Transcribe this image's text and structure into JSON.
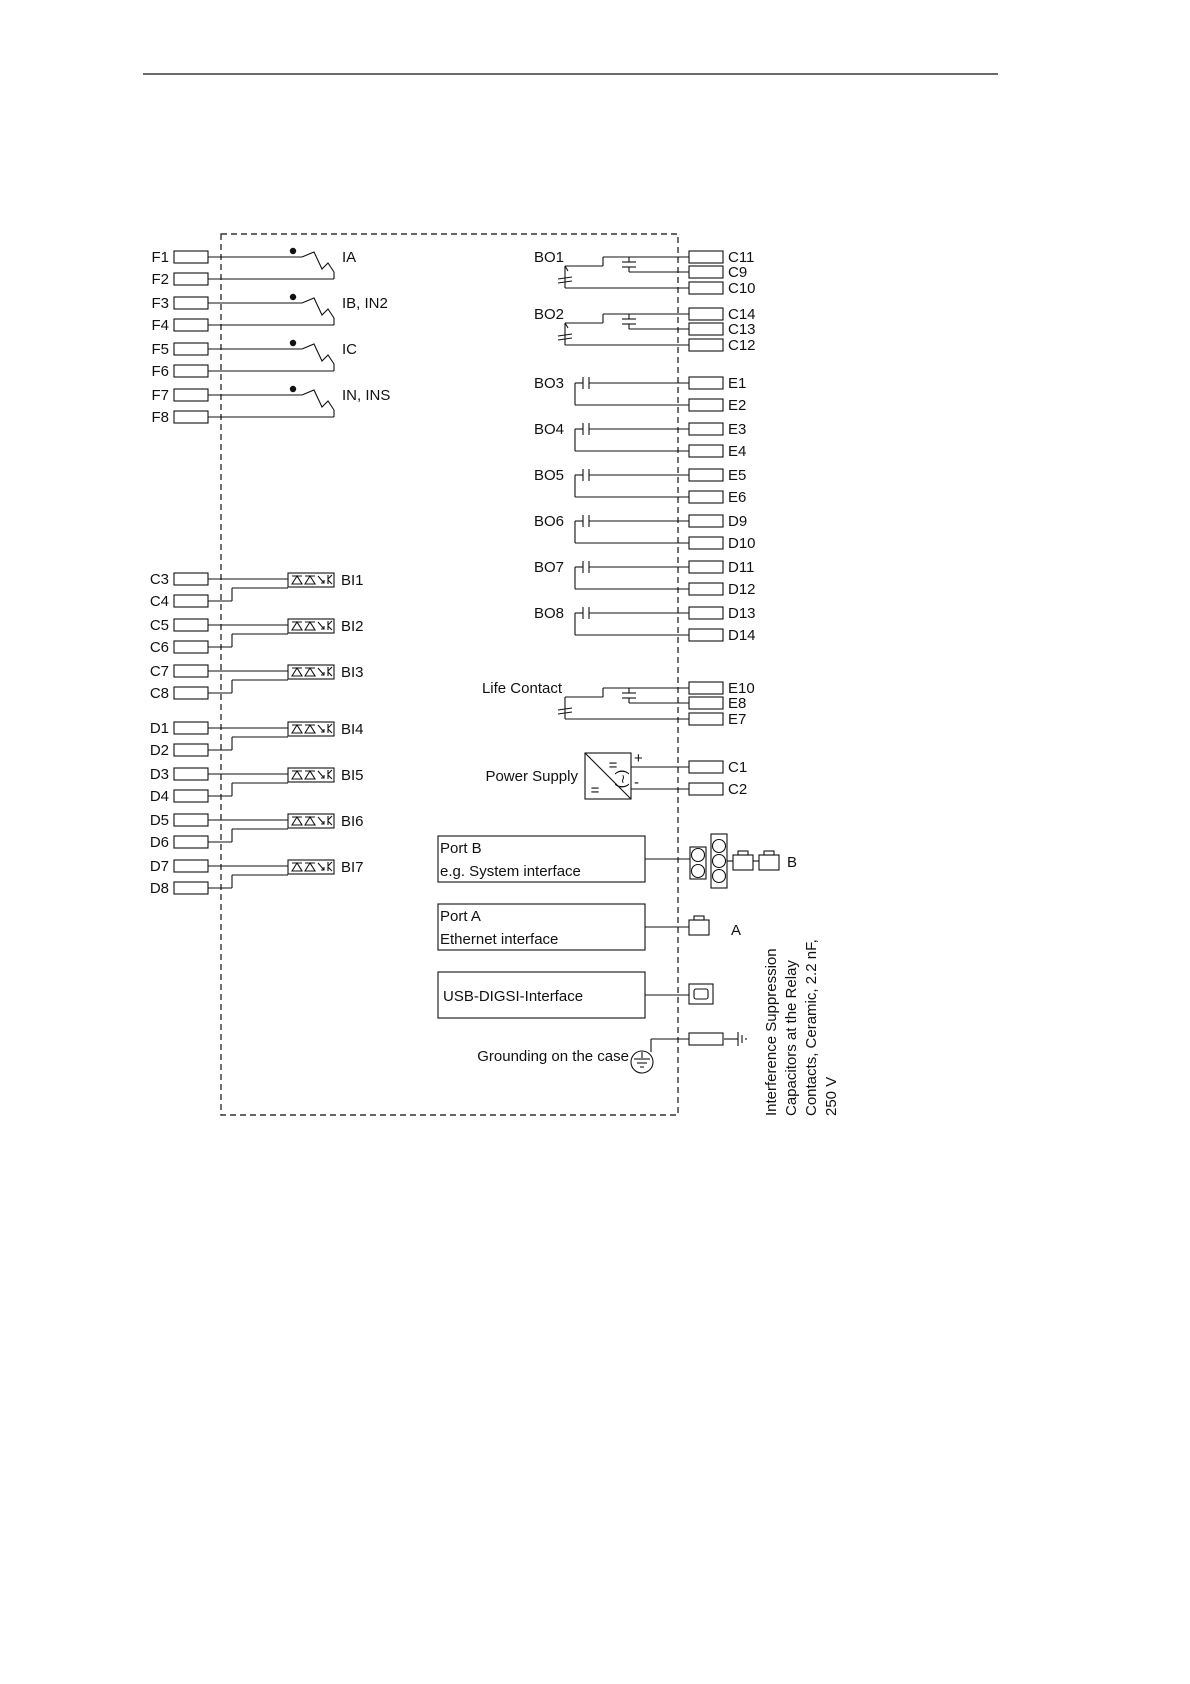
{
  "left_current_inputs": [
    {
      "terms": [
        "F1",
        "F2"
      ],
      "label": "IA"
    },
    {
      "terms": [
        "F3",
        "F4"
      ],
      "label": "IB, IN2"
    },
    {
      "terms": [
        "F5",
        "F6"
      ],
      "label": "IC"
    },
    {
      "terms": [
        "F7",
        "F8"
      ],
      "label": "IN, INS"
    }
  ],
  "binary_inputs": [
    {
      "terms": [
        "C3",
        "C4"
      ],
      "label": "BI1"
    },
    {
      "terms": [
        "C5",
        "C6"
      ],
      "label": "BI2"
    },
    {
      "terms": [
        "C7",
        "C8"
      ],
      "label": "BI3"
    },
    {
      "terms": [
        "D1",
        "D2"
      ],
      "label": "BI4"
    },
    {
      "terms": [
        "D3",
        "D4"
      ],
      "label": "BI5"
    },
    {
      "terms": [
        "D5",
        "D6"
      ],
      "label": "BI6"
    },
    {
      "terms": [
        "D7",
        "D8"
      ],
      "label": "BI7"
    }
  ],
  "changeover_outputs": [
    {
      "label": "BO1",
      "terms": [
        "C11",
        "C9",
        "C10"
      ]
    },
    {
      "label": "BO2",
      "terms": [
        "C14",
        "C13",
        "C12"
      ]
    }
  ],
  "no_outputs": [
    {
      "label": "BO3",
      "terms": [
        "E1",
        "E2"
      ]
    },
    {
      "label": "BO4",
      "terms": [
        "E3",
        "E4"
      ]
    },
    {
      "label": "BO5",
      "terms": [
        "E5",
        "E6"
      ]
    },
    {
      "label": "BO6",
      "terms": [
        "D9",
        "D10"
      ]
    },
    {
      "label": "BO7",
      "terms": [
        "D11",
        "D12"
      ]
    },
    {
      "label": "BO8",
      "terms": [
        "D13",
        "D14"
      ]
    }
  ],
  "life_contact": {
    "label": "Life Contact",
    "terms": [
      "E10",
      "E8",
      "E7"
    ]
  },
  "power_supply": {
    "label": "Power Supply",
    "terms": [
      "C1",
      "C2"
    ],
    "plus": "+",
    "minus": "-",
    "ac_symbol": "(~)",
    "dc_symbol": "="
  },
  "port_b": {
    "title": "Port B",
    "subtitle": "e.g. System interface",
    "connector_label": "B"
  },
  "port_a": {
    "title": "Port A",
    "subtitle": "Ethernet interface",
    "connector_label": "A"
  },
  "usb": {
    "label": "USB-DIGSI-Interface"
  },
  "grounding": {
    "label": "Grounding on the case"
  },
  "note_lines": [
    "Interference Suppression",
    "Capacitors at the Relay",
    "Contacts, Ceramic, 2.2 nF,",
    "250 V"
  ],
  "icons": [
    "current-transformer-icon",
    "optocoupler-icon",
    "contact-icon",
    "dc-converter-icon",
    "ground-icon",
    "rs485-connector-icon",
    "ethernet-connector-icon",
    "usb-connector-icon"
  ]
}
